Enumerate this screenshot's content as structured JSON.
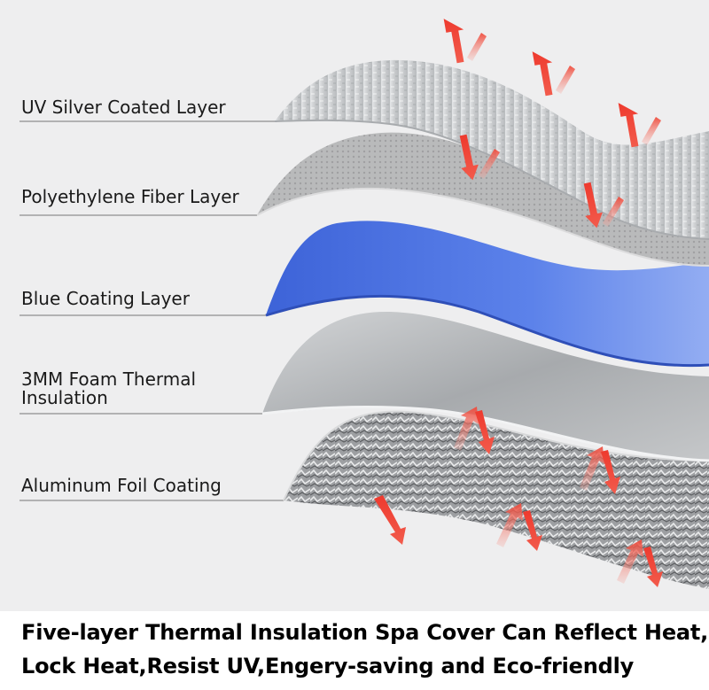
{
  "layers": [
    {
      "label": "UV Silver Coated Layer"
    },
    {
      "label": "Polyethylene Fiber Layer"
    },
    {
      "label": "Blue Coating Layer"
    },
    {
      "label": "3MM Foam Thermal Insulation"
    },
    {
      "label": "Aluminum Foil Coating"
    }
  ],
  "caption": {
    "line1": "Five-layer Thermal Insulation Spa Cover Can Reflect Heat,",
    "line2": "Lock Heat,Resist UV,Engery-saving and Eco-friendly"
  },
  "colors": {
    "background": "#eeeeef",
    "blue_layer": "#4a73e0",
    "arrow": "#ee3a2e"
  }
}
